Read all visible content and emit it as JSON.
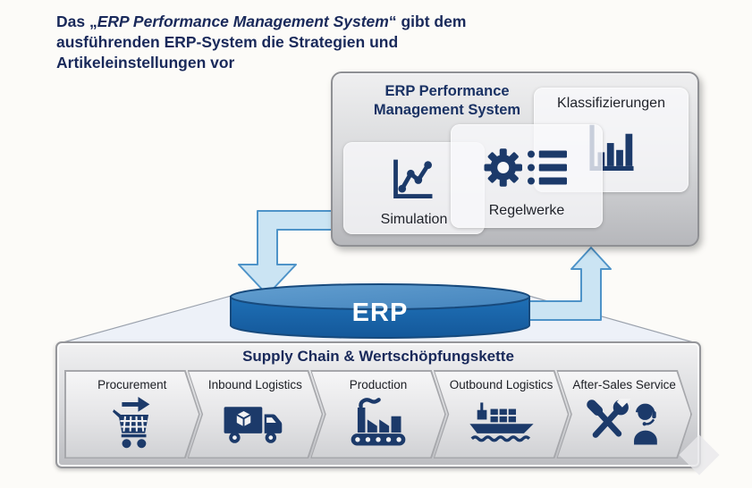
{
  "heading": {
    "prefix": "Das „",
    "emphasis": "ERP Performance Management System",
    "suffix": "“ gibt dem ausführenden ERP-System die Strategien und Artikeleinstellungen vor"
  },
  "epms": {
    "title": "ERP Performance Management System",
    "cards": [
      {
        "label": "Simulation",
        "icon": "line-chart-icon"
      },
      {
        "label": "Regelwerke",
        "icon": "gear-list-icon"
      },
      {
        "label": "Klassifizierungen",
        "icon": "bar-chart-icon"
      }
    ]
  },
  "erp": {
    "label": "ERP"
  },
  "supply_chain": {
    "title": "Supply Chain & Wertschöpfungskette",
    "segments": [
      {
        "label": "Procurement",
        "icon": "shopping-cart-icon"
      },
      {
        "label": "Inbound Logistics",
        "icon": "truck-icon"
      },
      {
        "label": "Production",
        "icon": "factory-icon"
      },
      {
        "label": "Outbound Logistics",
        "icon": "ship-icon"
      },
      {
        "label": "After-Sales Service",
        "icon": "support-tools-icon"
      }
    ]
  },
  "colors": {
    "icon_navy": "#1c3a6a",
    "heading_text": "#19295a",
    "cylinder_body": "#1a68b0",
    "cylinder_top": "#5894c9",
    "arrow_fill": "#cbe4f3",
    "arrow_stroke": "#4e93c8"
  }
}
